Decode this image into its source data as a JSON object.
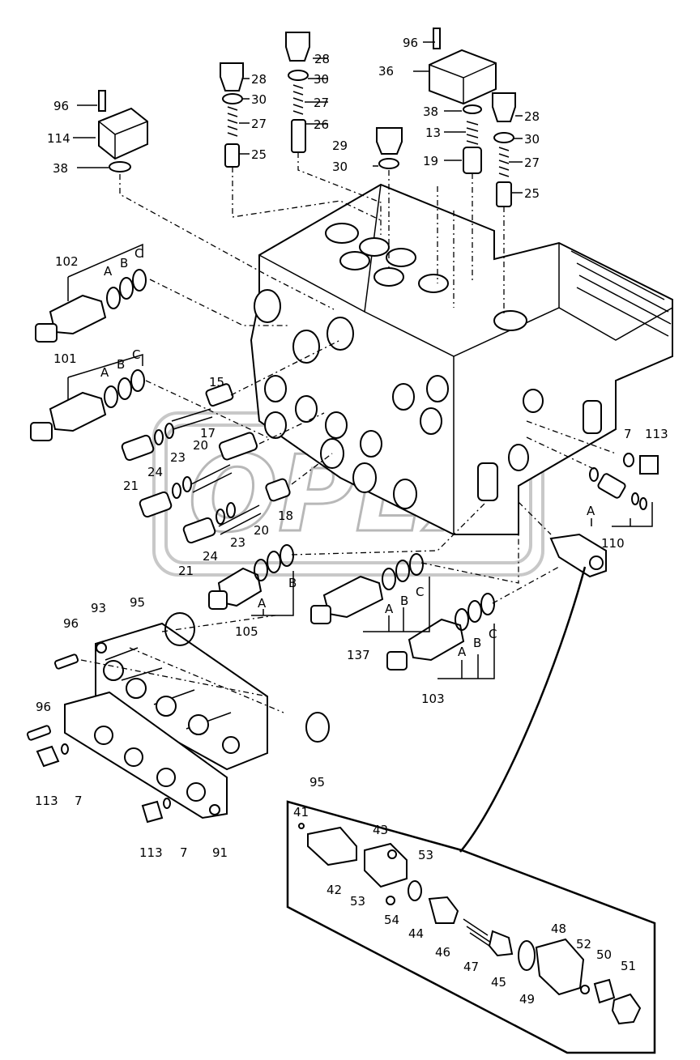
{
  "watermark": "OPEX",
  "labels": [
    {
      "id": "l96a",
      "text": "96"
    },
    {
      "id": "l36",
      "text": "36"
    },
    {
      "id": "l28a",
      "text": "28"
    },
    {
      "id": "l30a",
      "text": "30"
    },
    {
      "id": "l27a",
      "text": "27"
    },
    {
      "id": "l26",
      "text": "26"
    },
    {
      "id": "l28b",
      "text": "28"
    },
    {
      "id": "l30b",
      "text": "30"
    },
    {
      "id": "l27b",
      "text": "27"
    },
    {
      "id": "l25a",
      "text": "25"
    },
    {
      "id": "l96b",
      "text": "96"
    },
    {
      "id": "l114",
      "text": "114"
    },
    {
      "id": "l38a",
      "text": "38"
    },
    {
      "id": "l29",
      "text": "29"
    },
    {
      "id": "l30c",
      "text": "30"
    },
    {
      "id": "l38b",
      "text": "38"
    },
    {
      "id": "l13",
      "text": "13"
    },
    {
      "id": "l19",
      "text": "19"
    },
    {
      "id": "l28c",
      "text": "28"
    },
    {
      "id": "l30d",
      "text": "30"
    },
    {
      "id": "l27c",
      "text": "27"
    },
    {
      "id": "l25b",
      "text": "25"
    },
    {
      "id": "l102",
      "text": "102"
    },
    {
      "id": "lA1",
      "text": "A"
    },
    {
      "id": "lB1",
      "text": "B"
    },
    {
      "id": "lC1",
      "text": "C"
    },
    {
      "id": "l101",
      "text": "101"
    },
    {
      "id": "lA2",
      "text": "A"
    },
    {
      "id": "lB2",
      "text": "B"
    },
    {
      "id": "lC2",
      "text": "C"
    },
    {
      "id": "l15",
      "text": "15"
    },
    {
      "id": "l17",
      "text": "17"
    },
    {
      "id": "l20a",
      "text": "20"
    },
    {
      "id": "l23a",
      "text": "23"
    },
    {
      "id": "l24a",
      "text": "24"
    },
    {
      "id": "l21a",
      "text": "21"
    },
    {
      "id": "l18",
      "text": "18"
    },
    {
      "id": "l20b",
      "text": "20"
    },
    {
      "id": "l23b",
      "text": "23"
    },
    {
      "id": "l24b",
      "text": "24"
    },
    {
      "id": "l21b",
      "text": "21"
    },
    {
      "id": "l7a",
      "text": "7"
    },
    {
      "id": "l113a",
      "text": "113"
    },
    {
      "id": "lA3",
      "text": "A"
    },
    {
      "id": "l110",
      "text": "110"
    },
    {
      "id": "lA4",
      "text": "A"
    },
    {
      "id": "lB4",
      "text": "B"
    },
    {
      "id": "l105",
      "text": "105"
    },
    {
      "id": "lA5",
      "text": "A"
    },
    {
      "id": "lB5",
      "text": "B"
    },
    {
      "id": "lC5",
      "text": "C"
    },
    {
      "id": "l137",
      "text": "137"
    },
    {
      "id": "lA6",
      "text": "A"
    },
    {
      "id": "lB6",
      "text": "B"
    },
    {
      "id": "lC6",
      "text": "C"
    },
    {
      "id": "l103",
      "text": "103"
    },
    {
      "id": "l95a",
      "text": "95"
    },
    {
      "id": "l93",
      "text": "93"
    },
    {
      "id": "l96c",
      "text": "96"
    },
    {
      "id": "l96d",
      "text": "96"
    },
    {
      "id": "l113b",
      "text": "113"
    },
    {
      "id": "l7b",
      "text": "7"
    },
    {
      "id": "l95b",
      "text": "95"
    },
    {
      "id": "l113c",
      "text": "113"
    },
    {
      "id": "l7c",
      "text": "7"
    },
    {
      "id": "l91",
      "text": "91"
    },
    {
      "id": "l41",
      "text": "41"
    },
    {
      "id": "l43",
      "text": "43"
    },
    {
      "id": "l53a",
      "text": "53"
    },
    {
      "id": "l42",
      "text": "42"
    },
    {
      "id": "l53b",
      "text": "53"
    },
    {
      "id": "l54",
      "text": "54"
    },
    {
      "id": "l44",
      "text": "44"
    },
    {
      "id": "l46",
      "text": "46"
    },
    {
      "id": "l47",
      "text": "47"
    },
    {
      "id": "l45",
      "text": "45"
    },
    {
      "id": "l49",
      "text": "49"
    },
    {
      "id": "l48",
      "text": "48"
    },
    {
      "id": "l52",
      "text": "52"
    },
    {
      "id": "l50",
      "text": "50"
    },
    {
      "id": "l51",
      "text": "51"
    }
  ]
}
